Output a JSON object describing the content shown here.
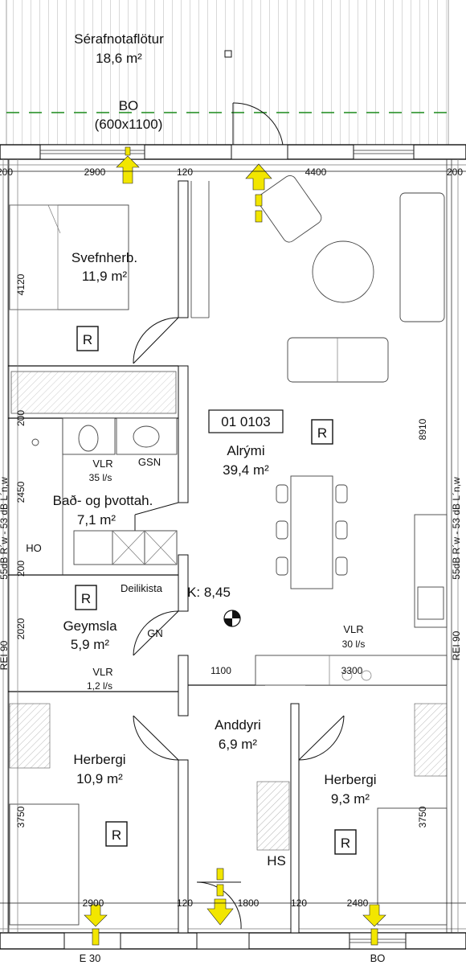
{
  "terrace": {
    "name": "Sérafnotaflötur",
    "area": "18,6 m²"
  },
  "balcony": {
    "name": "BO",
    "size": "(600x1100)"
  },
  "rooms": {
    "bedroom_main": {
      "name": "Svefnherb.",
      "area": "11,9 m²"
    },
    "living": {
      "name": "Alrými",
      "area": "39,4 m²",
      "apartment_id": "01 0103"
    },
    "bath": {
      "name": "Bað- og þvottah.",
      "area": "7,1 m²"
    },
    "storage": {
      "name": "Geymsla",
      "area": "5,9 m²"
    },
    "hall": {
      "name": "Anddyri",
      "area": "6,9 m²"
    },
    "bedroom_left": {
      "name": "Herbergi",
      "area": "10,9 m²"
    },
    "bedroom_right": {
      "name": "Herbergi",
      "area": "9,3 m²"
    }
  },
  "labels": {
    "r": "R",
    "vlr_label": "VLR",
    "vlr_bath": "35 l/s",
    "vlr_storage": "1,2 l/s",
    "vlr_living": "30 l/s",
    "gsn": "GSN",
    "ho": "HO",
    "deilikista": "Deilikista",
    "gn": "GN",
    "hs": "HS",
    "k_level": "K: 8,45",
    "fire_rating": "REI 90",
    "sound_rating": "55dB R´w - 53 dB L´n,w",
    "bottom_left_note": "E 30",
    "bottom_right_note": "BO"
  },
  "dimensions": {
    "top_left": "2900",
    "top_wall": "120",
    "top_right": "4400",
    "edge": "200",
    "bedroom_depth": "4120",
    "bath_height": "2450",
    "storage_height": "2020",
    "living_depth": "8910",
    "mid_1100": "1100",
    "kitchen_3300": "3300",
    "bed_left_depth": "3750",
    "bed_right_depth": "3750",
    "bottom_left": "2900",
    "bottom_wall_1": "120",
    "bottom_1800": "1800",
    "bottom_wall_2": "120",
    "bottom_right": "2480",
    "wall_200": "200"
  },
  "colors": {
    "entry_arrow": "#f2e600",
    "terrace_line": "#1a8a1a"
  }
}
